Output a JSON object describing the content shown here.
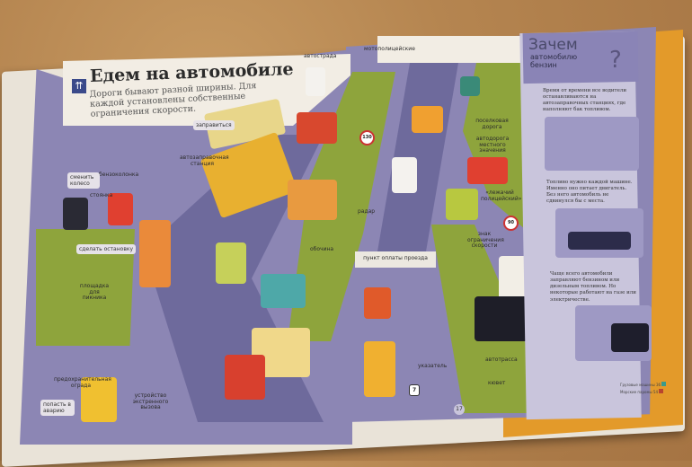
{
  "left_page": {
    "title": "Едем на автомобиле",
    "title_icon": "road-icon",
    "intro": "Дороги бывают разной ширины. Для каждой установлены собственные ограничения скорости.",
    "labels": {
      "motorway": "автострада",
      "refuel": "заправиться",
      "gas_station": "автозаправочная станция",
      "fuel_pump": "бензоколонка",
      "change_wheel": "сменить колесо",
      "parking": "стоянка",
      "stop": "сделать остановку",
      "picnic": "площадка для пикника",
      "guardrail": "предохранительная ограда",
      "accident": "попасть в аварию",
      "emergency": "устройство экстренного вызова",
      "shoulder": "обочина",
      "speed_sign": "130"
    }
  },
  "right_page": {
    "labels": {
      "moto_police": "мотополицейские",
      "radar": "радар",
      "village_road": "поселковая дорога",
      "local_road": "автодорога местного значения",
      "speed_bump": "«лежачий полицейский»",
      "speed_limit_sign": "знак ограничения скорости",
      "toll": "пункт оплаты проезда",
      "pointer": "указатель",
      "ditch": "кювет",
      "highway": "автотрасса",
      "speed_sign": "90",
      "exit_sign": "7"
    },
    "page_number": "17"
  },
  "panel": {
    "title": "Зачем",
    "subtitle": "автомобилю бензин",
    "qmark": "?",
    "p1": "Время от времени все водители останавливаются на автозаправочных станциях, где наполняют бак топливом.",
    "p2": "Топливо нужно каждой машине. Именно оно питает двигатель. Без него автомобиль не сдвинулся бы с места.",
    "p3": "Чаще всего автомобили заправляют бензином или дизельным топливом. Но некоторые работают на газе или электричестве.",
    "refs": [
      {
        "label": "Грузовые машины",
        "page": "36",
        "color": "#3a9a8a"
      },
      {
        "label": "Морские паромы",
        "page": "54",
        "color": "#b8452e"
      }
    ]
  }
}
